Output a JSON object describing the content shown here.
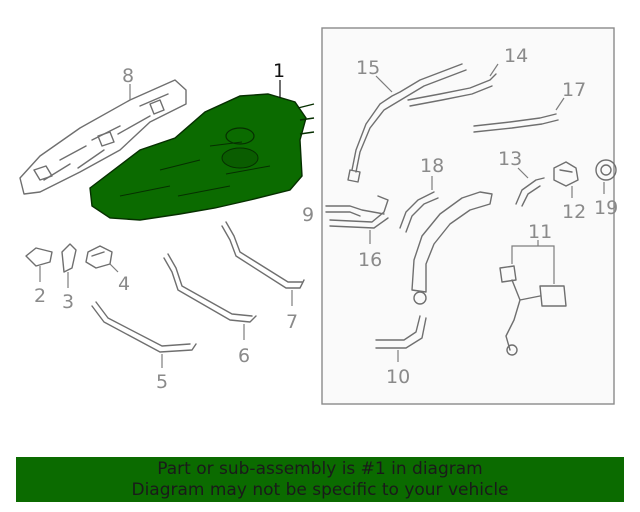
{
  "callouts": {
    "c1": "1",
    "c2": "2",
    "c3": "3",
    "c4": "4",
    "c5": "5",
    "c6": "6",
    "c7": "7",
    "c8": "8",
    "c9": "9",
    "c10": "10",
    "c11": "11",
    "c12": "12",
    "c13": "13",
    "c14": "14",
    "c15": "15",
    "c16": "16",
    "c17": "17",
    "c18": "18",
    "c19": "19"
  },
  "banner": {
    "line1": "Part or sub-assembly is #1 in diagram",
    "line2": "Diagram may not be specific to your vehicle"
  },
  "colors": {
    "highlight": "#0b6b00",
    "banner_bg": "#0b6b00",
    "line": "#7d7d7d",
    "callout_text": "#8a8a8a"
  }
}
